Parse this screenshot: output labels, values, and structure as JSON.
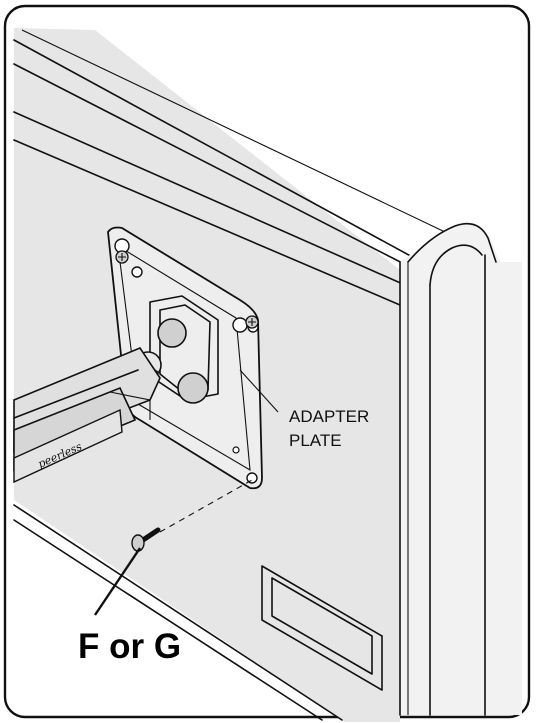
{
  "callout": {
    "line1": "ADAPTER",
    "line2": "PLATE"
  },
  "part_label": "F or G",
  "brand_mark": "peerless",
  "colors": {
    "background": "#ffffff",
    "monitor": "#e6e6e6",
    "bezel": "#f2f2f2",
    "ink": "#111111"
  }
}
